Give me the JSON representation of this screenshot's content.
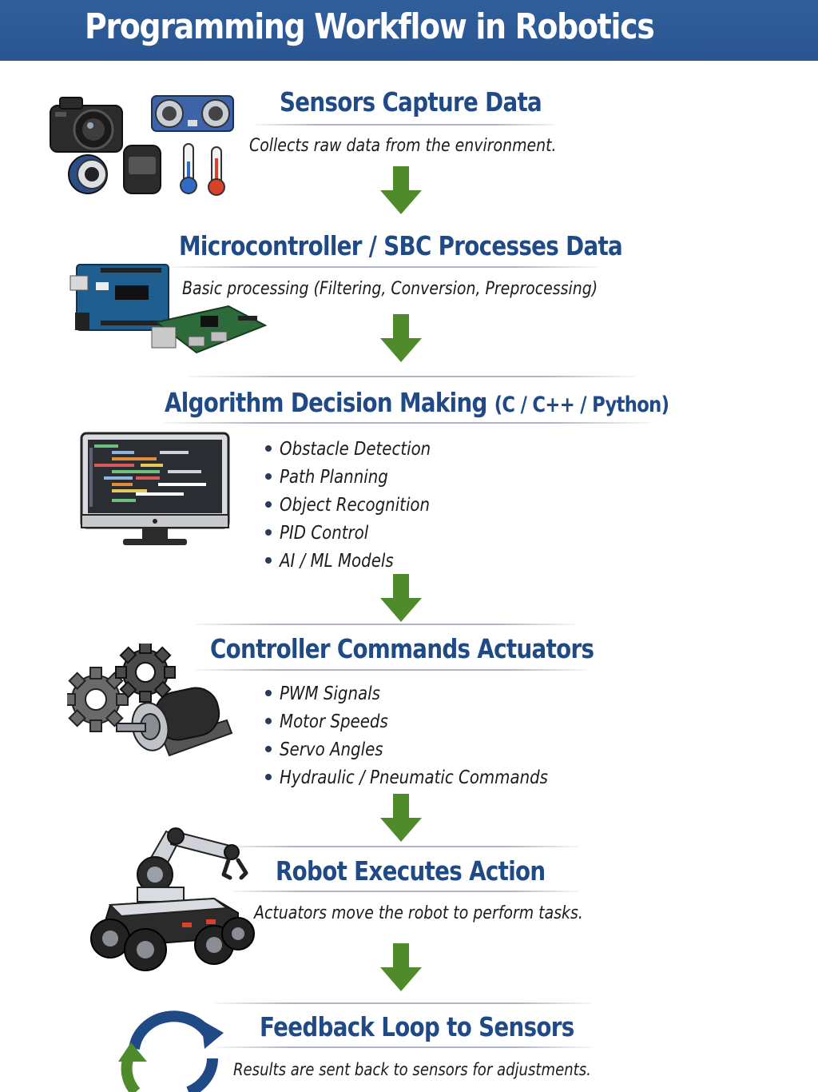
{
  "title": "Programming Workflow in Robotics",
  "steps": [
    {
      "title": "Sensors Capture Data",
      "description": "Collects raw data from the environment."
    },
    {
      "title": "Microcontroller / SBC Processes Data",
      "description": "Basic processing (Filtering, Conversion, Preprocessing)"
    },
    {
      "title": "Algorithm Decision Making",
      "title_suffix": "(C / C++ / Python)",
      "bullets": [
        "Obstacle Detection",
        "Path Planning",
        "Object Recognition",
        "PID Control",
        "AI / ML Models"
      ]
    },
    {
      "title": "Controller Commands Actuators",
      "bullets": [
        "PWM Signals",
        "Motor Speeds",
        "Servo Angles",
        "Hydraulic / Pneumatic Commands"
      ]
    },
    {
      "title": "Robot Executes Action",
      "description": "Actuators move the robot to perform tasks."
    },
    {
      "title": "Feedback Loop to Sensors",
      "description": "Results are sent back to sensors for adjustments."
    }
  ],
  "colors": {
    "header_bg": "#2e5d9a",
    "heading_text": "#1f4a86",
    "arrow": "#4f8a2b",
    "cycle_green": "#4f8a2b",
    "cycle_blue": "#1f4a86"
  },
  "icons": {
    "step1": [
      "camera-icon",
      "ultrasonic-sensor-icon",
      "camera-lens-icon",
      "lidar-sensor-icon",
      "thermometer-cold-icon",
      "thermometer-hot-icon"
    ],
    "step2": [
      "arduino-board-icon",
      "raspberry-pi-board-icon"
    ],
    "step3": [
      "code-monitor-icon"
    ],
    "step4": [
      "gears-icon",
      "electric-motor-icon"
    ],
    "step5": [
      "robot-arm-rover-icon"
    ],
    "step6": [
      "feedback-cycle-icon"
    ],
    "arrow": "down-arrow-icon"
  }
}
